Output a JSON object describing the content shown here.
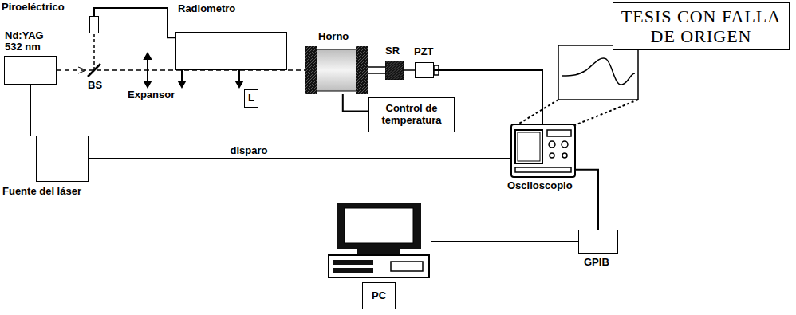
{
  "diagram": {
    "nodes": [
      {
        "text": [
          "Piroeléctrico"
        ]
      },
      {
        "text": [
          "Radiometro"
        ]
      },
      {
        "text": [
          "Nd:YAG 532 nm"
        ]
      },
      {
        "text": [
          "L"
        ]
      },
      {
        "text": [
          "Horno"
        ]
      },
      {
        "text": [
          "SR"
        ]
      },
      {
        "text": [
          "PZT"
        ]
      },
      {
        "text": [
          "Control de temperatura"
        ]
      },
      {
        "text": [
          "Fuente del láser"
        ]
      },
      {
        "text": [
          "Osciloscopio"
        ]
      },
      {
        "text": [
          "GPIB"
        ]
      },
      {
        "text": [
          "PC"
        ]
      },
      {
        "text": [
          "TESIS CON FALLA DE ORIGEN"
        ]
      }
    ],
    "edges": [
      {
        "from": 0,
        "to": 1,
        "arrow": "none"
      },
      {
        "from": 2,
        "to": 8,
        "arrow": "none"
      },
      {
        "from": 8,
        "to": 9,
        "label": "disparo",
        "arrow": "none"
      },
      {
        "from": 4,
        "to": 7,
        "arrow": "none"
      },
      {
        "from": 6,
        "to": 9,
        "arrow": "none"
      },
      {
        "from": 9,
        "to": 10,
        "arrow": "none"
      },
      {
        "from": 10,
        "to": 11,
        "arrow": "none"
      }
    ],
    "labels": [
      "BS",
      "Expansor"
    ]
  }
}
